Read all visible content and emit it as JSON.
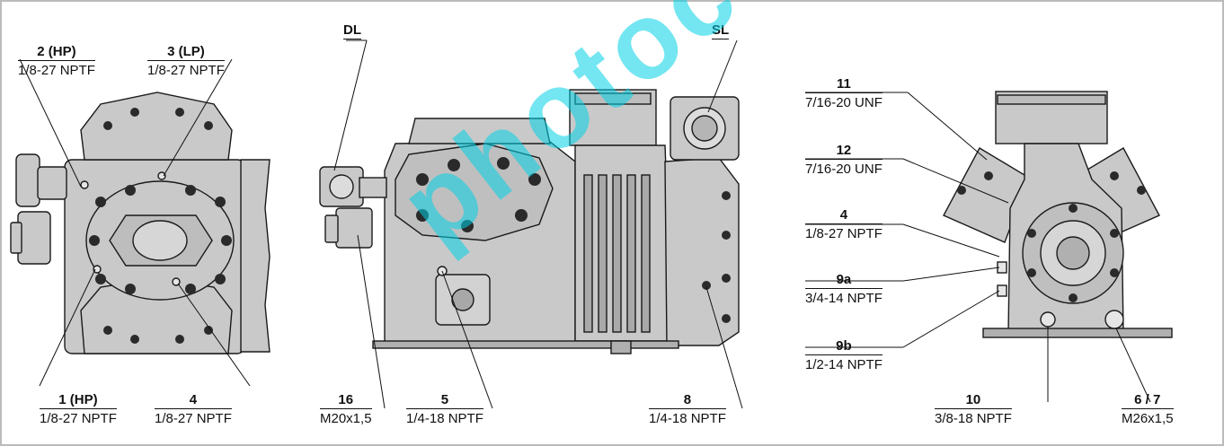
{
  "labels": {
    "hp2": {
      "id": "2 (HP)",
      "spec": "1/8-27 NPTF"
    },
    "lp3": {
      "id": "3 (LP)",
      "spec": "1/8-27 NPTF"
    },
    "hp1": {
      "id": "1 (HP)",
      "spec": "1/8-27 NPTF"
    },
    "p4a": {
      "id": "4",
      "spec": "1/8-27 NPTF"
    },
    "dl": {
      "id": "DL"
    },
    "sl": {
      "id": "SL"
    },
    "p16": {
      "id": "16",
      "spec": "M20x1,5"
    },
    "p5": {
      "id": "5",
      "spec": "1/4-18 NPTF"
    },
    "p8": {
      "id": "8",
      "spec": "1/4-18 NPTF"
    },
    "p11": {
      "id": "11",
      "spec": "7/16-20 UNF"
    },
    "p12": {
      "id": "12",
      "spec": "7/16-20 UNF"
    },
    "p4b": {
      "id": "4",
      "spec": "1/8-27 NPTF"
    },
    "p9a": {
      "id": "9a",
      "spec": "3/4-14 NPTF"
    },
    "p9b": {
      "id": "9b",
      "spec": "1/2-14 NPTF"
    },
    "p10": {
      "id": "10",
      "spec": "3/8-18 NPTF"
    },
    "p67": {
      "id": "6 / 7",
      "spec": "M26x1,5"
    }
  },
  "watermark": "photocon",
  "colors": {
    "body": "#c9c9c9",
    "stroke": "#1a1a1a",
    "watermark": "#00d2e6"
  }
}
